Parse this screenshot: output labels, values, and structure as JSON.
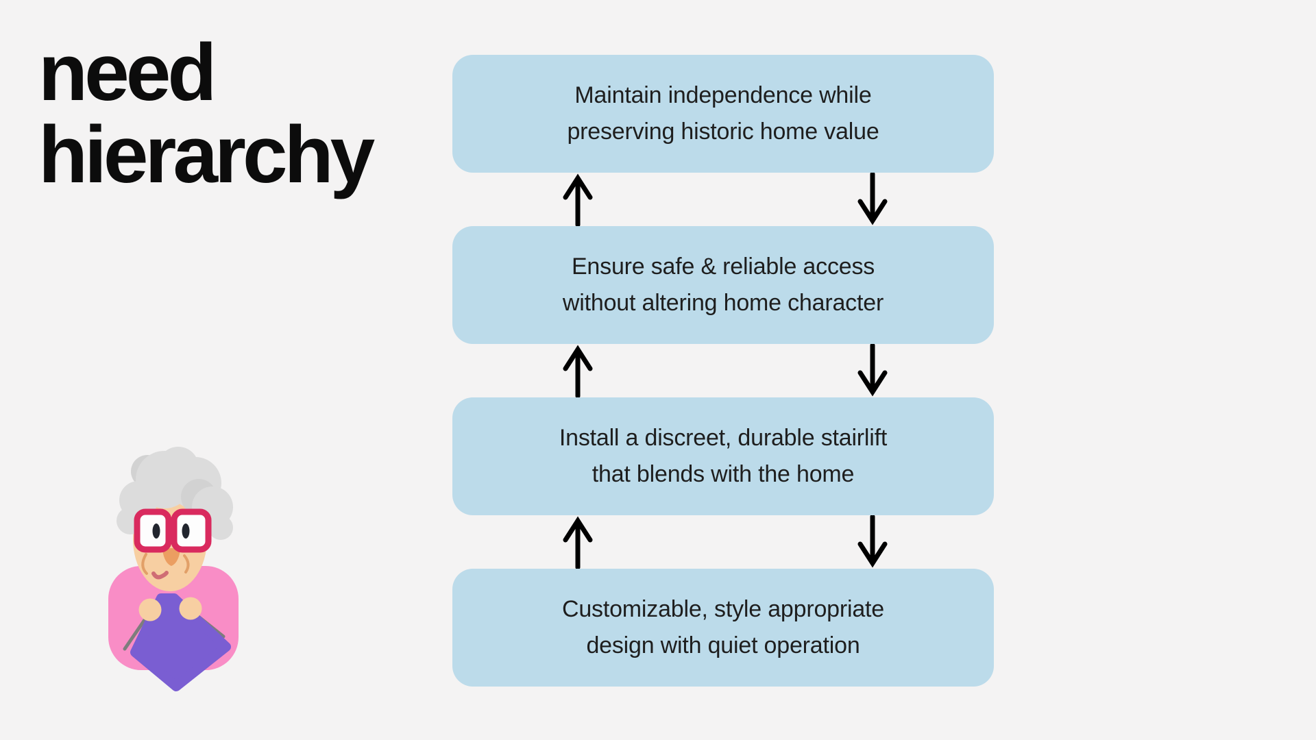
{
  "title": {
    "line1": "need",
    "line2": "hierarchy"
  },
  "hierarchy": {
    "boxes": [
      {
        "line1": "Maintain independence while",
        "line2": "preserving historic home value"
      },
      {
        "line1": "Ensure safe & reliable access",
        "line2": "without altering home character"
      },
      {
        "line1": "Install a discreet, durable stairlift",
        "line2": "that blends with the home"
      },
      {
        "line1": "Customizable, style appropriate",
        "line2": "design with quiet operation"
      }
    ],
    "icons": {
      "up": "up-arrow-icon",
      "down": "down-arrow-icon"
    }
  },
  "illustration": {
    "name": "grandma-knitting"
  },
  "colors": {
    "background": "#f4f3f3",
    "title": "#0c0c0c",
    "box": "#bcdbea",
    "box_text": "#1e1e1e",
    "arrow": "#000000",
    "hair": "#dcdcdc",
    "hair_shade": "#d2d2d2",
    "skin": "#f7cfa2",
    "glasses": "#d92a5e",
    "lens": "#fdfdfd",
    "pupil": "#21252e",
    "nose": "#eb9e61",
    "cheek": "#e2a068",
    "mouth": "#cf6d74",
    "sweater": "#f98dc6",
    "needle": "#7d7d7d",
    "yarn": "#7a5ed2"
  }
}
